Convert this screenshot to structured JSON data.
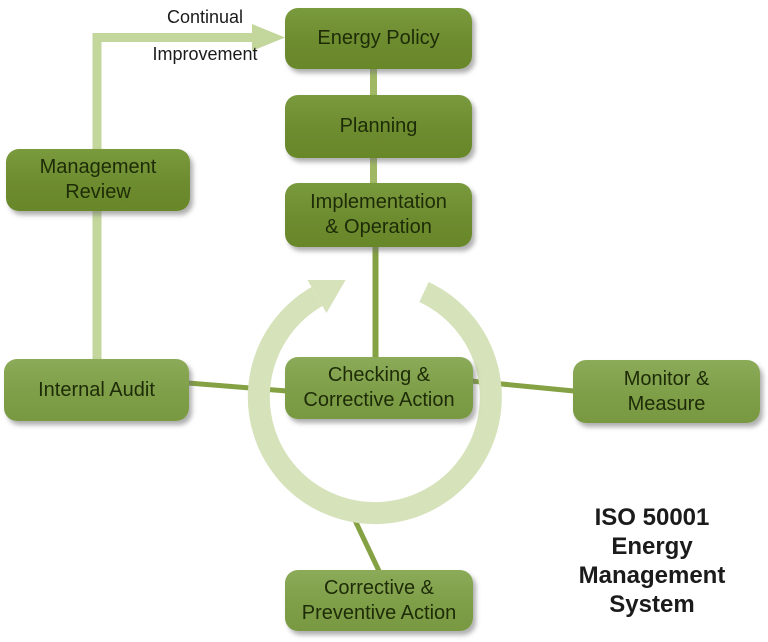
{
  "diagram_title": "ISO 50001 Energy Management System",
  "labels": {
    "continual": [
      "Continual",
      "Improvement"
    ],
    "caption": [
      "ISO 50001",
      "Energy",
      "Management",
      "System"
    ]
  },
  "boxes": {
    "energy_policy": {
      "line1": "Energy Policy"
    },
    "planning": {
      "line1": "Planning"
    },
    "implementation": {
      "line1": "Implementation",
      "line2": "& Operation"
    },
    "management_review": {
      "line1": "Management",
      "line2": "Review"
    },
    "internal_audit": {
      "line1": "Internal Audit"
    },
    "checking": {
      "line1": "Checking &",
      "line2": "Corrective Action"
    },
    "monitor": {
      "line1": "Monitor &",
      "line2": "Measure"
    },
    "corrective": {
      "line1": "Corrective &",
      "line2": "Preventive Action"
    }
  },
  "colors": {
    "box_dark": "#6d8c2f",
    "box_light": "#7e9e48",
    "box_text": "#1d2b07",
    "connector_light": "#c3d69b",
    "connector_medium": "#a0b864",
    "connector_dark": "#84a144",
    "cycle_arrow": "#d6e2ba",
    "label_text": "#1b1b1b"
  }
}
